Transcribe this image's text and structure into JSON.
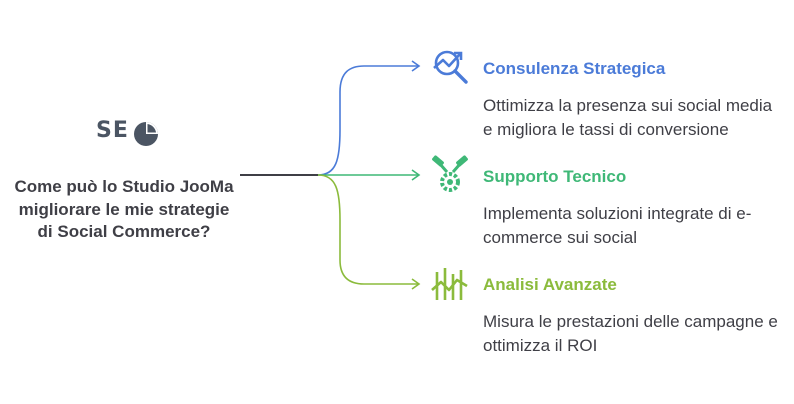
{
  "logo": {
    "text": "SE",
    "name": "seo-logo"
  },
  "central_question": "Come può lo Studio JooMa migliorare le mie strategie di Social Commerce?",
  "branches": [
    {
      "title": "Consulenza Strategica",
      "description": "Ottimizza la presenza sui social media e migliora le tassi di conversione",
      "color": "#4b7bd8",
      "icon": "magnifier-chart-icon"
    },
    {
      "title": "Supporto Tecnico",
      "description": "Implementa soluzioni integrate di e-commerce sui social",
      "color": "#3fb877",
      "icon": "gear-tools-icon"
    },
    {
      "title": "Analisi Avanzate",
      "description": "Misura le prestazioni delle campagne e ottimizza il ROI",
      "color": "#8bbb3c",
      "icon": "analytics-bars-icon"
    }
  ],
  "connector_color": "#3f3f46"
}
